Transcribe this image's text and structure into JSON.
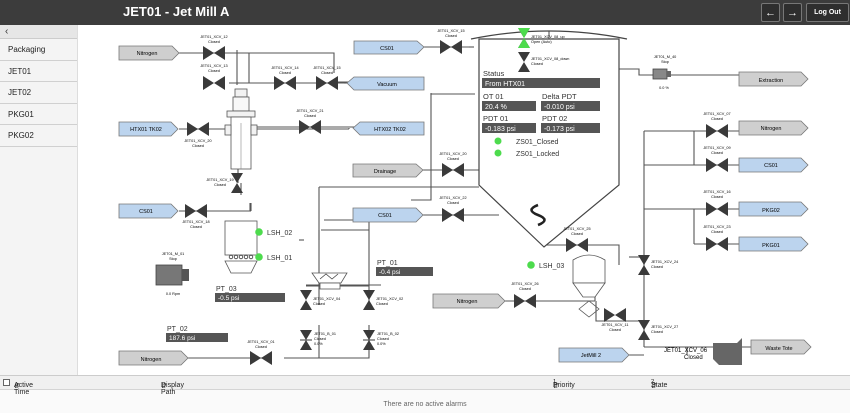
{
  "header": {
    "title": "JET01 - Jet Mill A",
    "back_icon": "arrow-left-icon",
    "forward_icon": "arrow-right-icon",
    "logout_label": "Log Out"
  },
  "sidebar": {
    "collapse_icon": "chevron-left-icon",
    "items": [
      "Packaging",
      "JET01",
      "JET02",
      "PKG01",
      "PKG02"
    ]
  },
  "sources": {
    "nitrogen_top": "Nitrogen",
    "cs01_top": "CS01",
    "vacuum": "Vacuum",
    "htx01": "HTX01 TK02",
    "htx02": "HTX02 TK02",
    "drainage": "Drainage",
    "cs01_left": "CS01",
    "cs01_mid": "CS01",
    "nitrogen_mid": "Nitrogen",
    "nitrogen_bottom": "Nitrogen",
    "extraction": "Extraction",
    "nitrogen_right": "Nitrogen",
    "cs01_right": "CS01",
    "pkg02": "PKG02",
    "pkg01": "PKG01",
    "jetmill2": "JetMill 2",
    "waste_tote": "Waste Tote"
  },
  "valves": {
    "xcv12": {
      "name": "JET01_XCV_12",
      "state": "Closed"
    },
    "xcv13": {
      "name": "JET01_XCV_13",
      "state": "Closed"
    },
    "xcv14": {
      "name": "JET01_XCV_14",
      "state": "Closed"
    },
    "xcv15a": {
      "name": "JET01_XCV_15",
      "state": "Closed"
    },
    "xcv15b": {
      "name": "JET01_XCV_15",
      "state": "Closed"
    },
    "xcv20": {
      "name": "JET01_XCV_20",
      "state": "Closed"
    },
    "xcv21": {
      "name": "JET01_XCV_21",
      "state": "Closed"
    },
    "xcv19": {
      "name": "JET01_XCV_19",
      "state": "Closed"
    },
    "xcv18": {
      "name": "JET01_XCV_18",
      "state": "Closed"
    },
    "xcv20b": {
      "name": "JET01_XCV_20",
      "state": "Closed"
    },
    "xcv22": {
      "name": "JET01_XCV_22",
      "state": "Closed"
    },
    "xcv08up": {
      "name": "JET01_XCV_08_up",
      "state": "Open (Auto)"
    },
    "xcv08down": {
      "name": "JET01_XCV_08_down",
      "state": "Closed"
    },
    "xcv07": {
      "name": "JET01_XCV_07",
      "state": "Closed"
    },
    "xcv09": {
      "name": "JET01_XCV_09",
      "state": "Closed"
    },
    "xcv16": {
      "name": "JET01_XCV_16",
      "state": "Closed"
    },
    "xcv23": {
      "name": "JET01_XCV_23",
      "state": "Closed"
    },
    "xcv25": {
      "name": "JET01_XCV_25",
      "state": "Closed"
    },
    "xcv24": {
      "name": "JET01_XCV_24",
      "state": "Closed"
    },
    "xcv26": {
      "name": "JET01_XCV_26",
      "state": "Closed"
    },
    "xcv11": {
      "name": "JET01_XCV_11",
      "state": "Closed"
    },
    "xcv27": {
      "name": "JET01_XCV_27",
      "state": "Closed"
    },
    "xcv04": {
      "name": "JET01_XCV_04",
      "state": "Closed"
    },
    "xcv02": {
      "name": "JET01_XCV_02",
      "state": "Closed"
    },
    "xcv01": {
      "name": "JET01_XCV_01",
      "state": "Closed"
    },
    "xcv06": {
      "name": "JET01_XCV_06",
      "state": "Closed"
    },
    "xcv25b": {
      "name": "JET01_XCV_25",
      "state": "Closed"
    },
    "b01": {
      "name": "JET01_B_01",
      "state": "Closed",
      "value": "0.0%"
    },
    "b02": {
      "name": "JET01_B_02",
      "state": "Closed",
      "value": "0.0%"
    }
  },
  "motors": {
    "m40": {
      "name": "JET01_M_40",
      "state": "Stop",
      "value": "0.0 %"
    },
    "m01": {
      "name": "JET01_M_01",
      "state": "Stop",
      "value": "0.0 Rpm"
    }
  },
  "status_panel": {
    "status_label": "Status",
    "status_value": "From HTX01",
    "ot_label": "OT 01",
    "ot_value": "20.4 %",
    "dpdt_label": "Delta PDT",
    "dpdt_value": "-0.010 psi",
    "pdt01_label": "PDT 01",
    "pdt01_value": "-0.183 psi",
    "pdt02_label": "PDT 02",
    "pdt02_value": "-0.173 psi",
    "zs_closed": "ZS01_Closed",
    "zs_locked": "ZS01_Locked"
  },
  "sensors": {
    "lsh02": "LSH_02",
    "lsh01": "LSH_01",
    "lsh03": "LSH_03",
    "pt01_label": "PT_01",
    "pt01_value": "-0.4 psi",
    "pt03_label": "PT_03",
    "pt03_value": "-0.5 psi",
    "pt02_label": "PT_02",
    "pt02_value": "187.6 psi"
  },
  "alarms": {
    "col_active_time": "Active Time",
    "col_display_path": "Display Path",
    "col_priority": "Priority",
    "col_state": "State",
    "priority_sort": "1",
    "state_sort": "2",
    "sort_icon": "sort-arrows-icon",
    "empty_text": "There are no active alarms"
  },
  "colors": {
    "header_bg": "#3c3c3c",
    "blue_source": "#bcd4ee",
    "gray_source": "#cfcfcf",
    "indicator_green": "#4ddb4d",
    "panel_dark": "#555555"
  }
}
